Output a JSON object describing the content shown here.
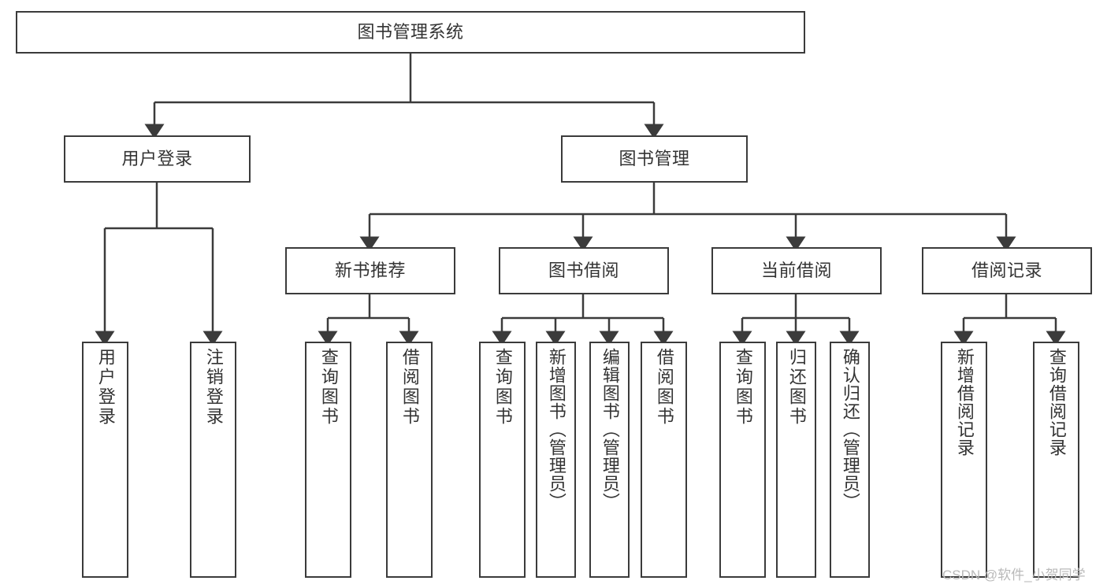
{
  "diagram": {
    "title": "图书管理系统",
    "type": "function-structure-tree",
    "theme": {
      "box_border": "#3b3b3b",
      "box_fill": "#ffffff",
      "edge_color": "#3b3b3b",
      "text_color": "#333333",
      "background": "#ffffff",
      "watermark_color": "#b9b9b9"
    },
    "root": {
      "id": "root",
      "label": "图书管理系统"
    },
    "level2": [
      {
        "id": "user-login",
        "label": "用户登录"
      },
      {
        "id": "book-manage",
        "label": "图书管理"
      }
    ],
    "level3": [
      {
        "id": "new-book-rec",
        "label": "新书推荐",
        "parent": "book-manage"
      },
      {
        "id": "book-borrow",
        "label": "图书借阅",
        "parent": "book-manage"
      },
      {
        "id": "current-borrow",
        "label": "当前借阅",
        "parent": "book-manage"
      },
      {
        "id": "borrow-record",
        "label": "借阅记录",
        "parent": "book-manage"
      }
    ],
    "leaves": [
      {
        "id": "leaf-user-login",
        "label": "用户登录",
        "parent": "user-login"
      },
      {
        "id": "leaf-user-logout",
        "label": "注销登录",
        "parent": "user-login"
      },
      {
        "id": "leaf-query-book-1",
        "label": "查询图书",
        "parent": "new-book-rec"
      },
      {
        "id": "leaf-borrow-book-1",
        "label": "借阅图书",
        "parent": "new-book-rec"
      },
      {
        "id": "leaf-query-book-2",
        "label": "查询图书",
        "parent": "book-borrow"
      },
      {
        "id": "leaf-add-book",
        "label": "新增图书（管理员）",
        "parent": "book-borrow"
      },
      {
        "id": "leaf-edit-book",
        "label": "编辑图书（管理员）",
        "parent": "book-borrow"
      },
      {
        "id": "leaf-borrow-book-2",
        "label": "借阅图书",
        "parent": "book-borrow"
      },
      {
        "id": "leaf-query-book-3",
        "label": "查询图书",
        "parent": "current-borrow"
      },
      {
        "id": "leaf-return-book",
        "label": "归还图书",
        "parent": "current-borrow"
      },
      {
        "id": "leaf-confirm-return",
        "label": "确认归还（管理员）",
        "parent": "current-borrow"
      },
      {
        "id": "leaf-add-record",
        "label": "新增借阅记录",
        "parent": "borrow-record"
      },
      {
        "id": "leaf-query-record",
        "label": "查询借阅记录",
        "parent": "borrow-record"
      }
    ],
    "watermark": "CSDN @软件_小贺同学"
  }
}
